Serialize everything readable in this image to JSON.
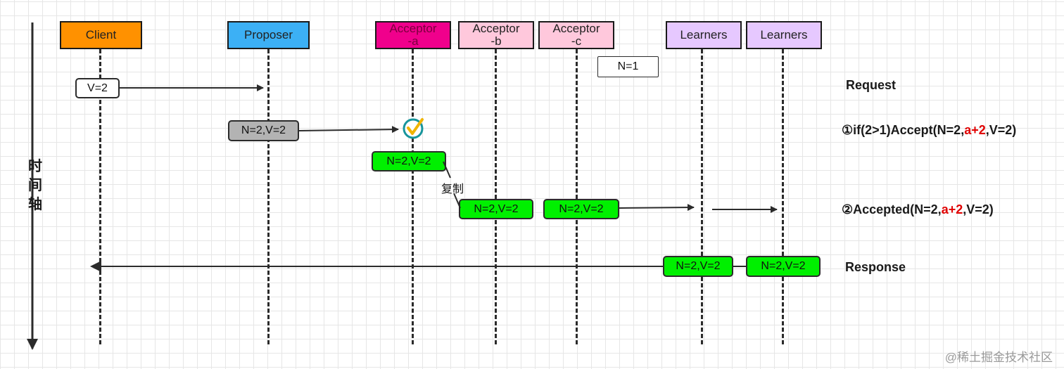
{
  "actors": [
    {
      "label": "Client",
      "color": "#ff9100"
    },
    {
      "label": "Proposer",
      "color": "#3cb0f5"
    },
    {
      "label": "Acceptor\n-a",
      "color": "#f0008c"
    },
    {
      "label": "Acceptor\n-b",
      "color": "#ffc8dc"
    },
    {
      "label": "Acceptor\n-c",
      "color": "#ffc8dc"
    },
    {
      "label": "Learners",
      "color": "#e6c8ff"
    },
    {
      "label": "Learners",
      "color": "#e6c8ff"
    }
  ],
  "messages": {
    "n1": "N=1",
    "client_v": "V=2",
    "proposer_nv": "N=2,V=2",
    "acceptor_a_nv": "N=2,V=2",
    "acceptor_b_nv": "N=2,V=2",
    "acceptor_c_nv": "N=2,V=2",
    "learner1_nv": "N=2,V=2",
    "learner2_nv": "N=2,V=2"
  },
  "copy_label": "复制",
  "time_axis_label": "时\n间\n轴",
  "phases": {
    "request": "Request",
    "accept": {
      "prefix": "①if(2>1)Accept(N=2,",
      "highlight": "a+2",
      "suffix": ",V=2)"
    },
    "accepted": {
      "prefix": "②Accepted(N=2,",
      "highlight": "a+2",
      "suffix": ",V=2)"
    },
    "response": "Response"
  },
  "watermark": "@稀土掘金技术社区"
}
